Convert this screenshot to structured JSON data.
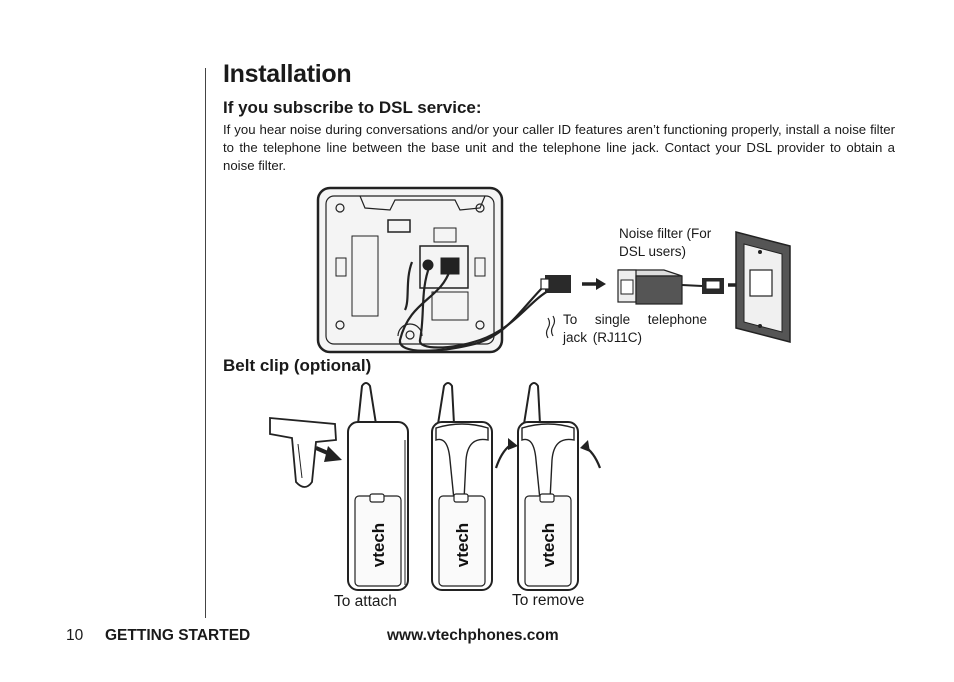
{
  "page": {
    "title": "Installation",
    "dsl_heading": "If you subscribe to DSL service:",
    "dsl_body": "If you hear noise during conversations and/or your caller ID features aren’t functioning properly, install a noise filter to the telephone line between the base unit and the telephone line jack. Contact your DSL provider to obtain a noise filter.",
    "belt_heading": "Belt clip (optional)"
  },
  "diagram": {
    "noise_filter_label": "Noise filter (For DSL users)",
    "jack_label": "To single telephone jack (RJ11C)"
  },
  "belt_clip": {
    "attach_caption": "To attach",
    "remove_caption": "To remove",
    "brand_logo": "vtech"
  },
  "footer": {
    "page_number": "10",
    "section": "GETTING STARTED",
    "website": "www.vtechphones.com"
  }
}
